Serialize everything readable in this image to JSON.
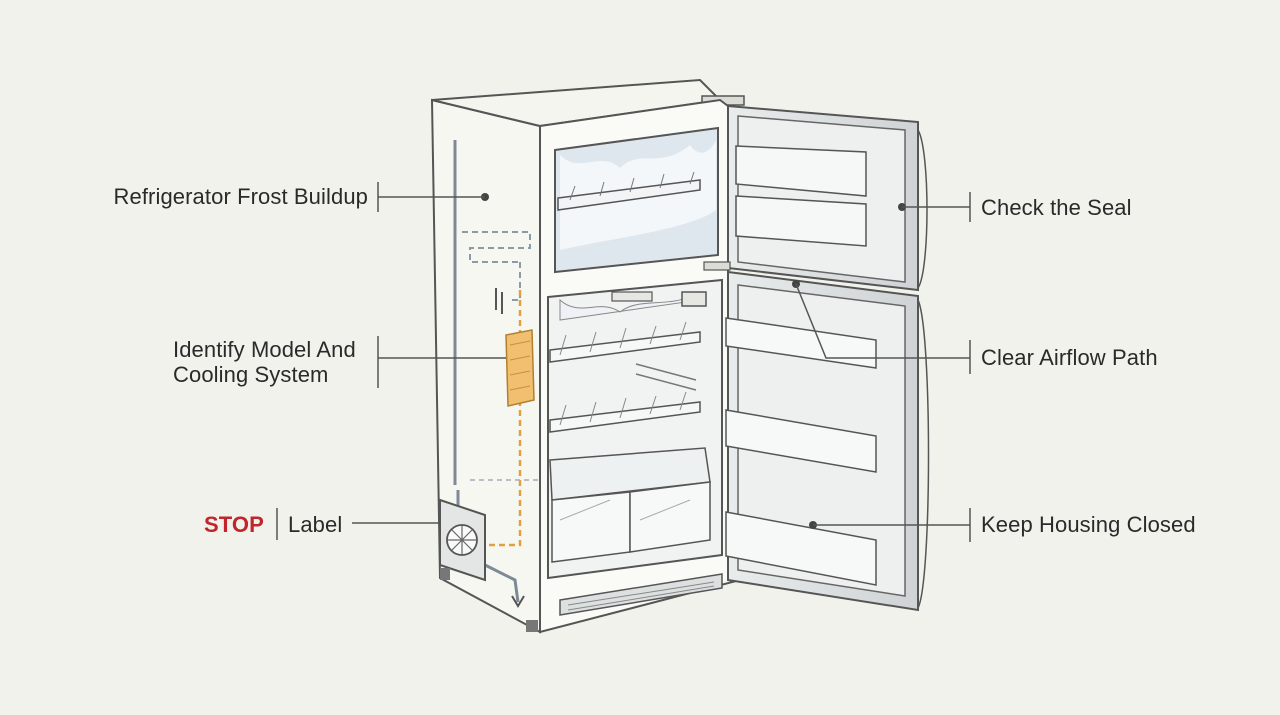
{
  "callouts": {
    "frost": "Refrigerator Frost Buildup",
    "identify_line1": "Identify Model And",
    "identify_line2": "Cooling System",
    "stop": "STOP",
    "stop_label": "Label",
    "seal": "Check the Seal",
    "airflow": "Clear Airflow Path",
    "housing": "Keep Housing Closed"
  },
  "colors": {
    "background": "#f2f2ec",
    "outline": "#555555",
    "stop_red": "#c0262a",
    "tubing_orange": "#e0a040",
    "frost": "#dfe7ee"
  }
}
